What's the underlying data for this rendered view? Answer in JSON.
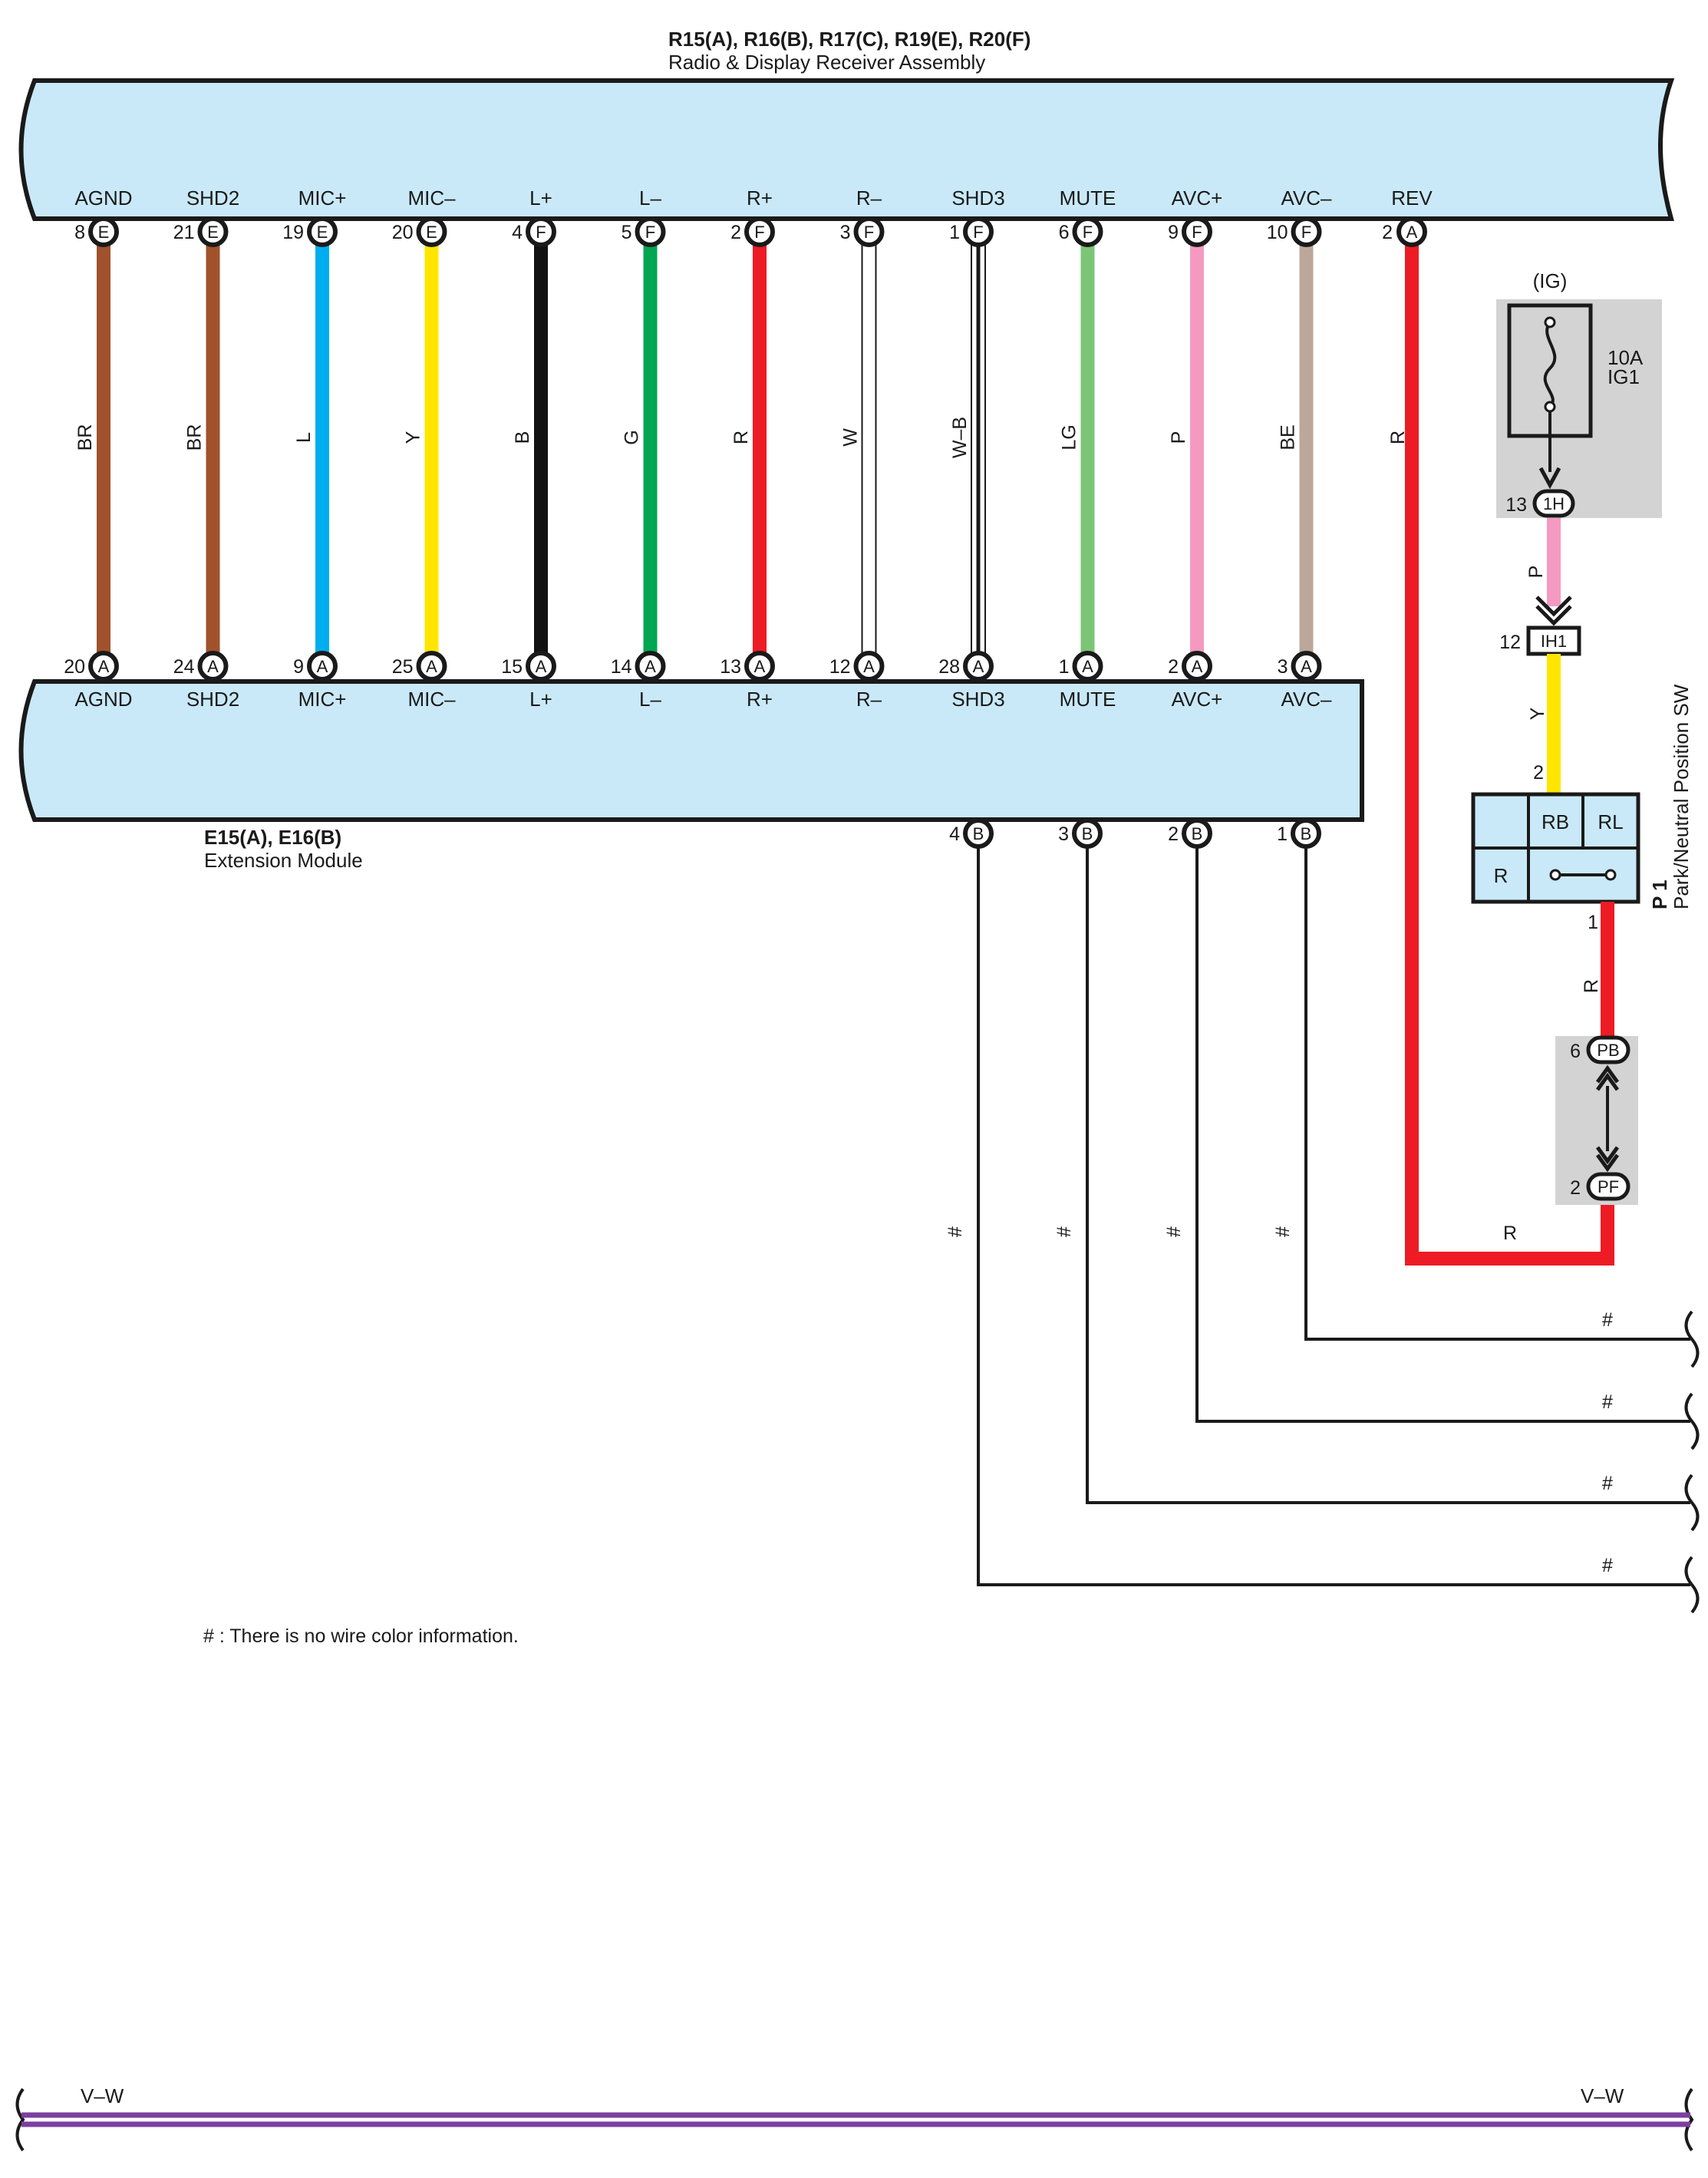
{
  "radio": {
    "codes": "R15(A), R16(B), R17(C), R19(E), R20(F)",
    "name": "Radio & Display Receiver Assembly"
  },
  "extension": {
    "codes": "E15(A), E16(B)",
    "name": "Extension Module"
  },
  "wires": [
    {
      "signal": "AGND",
      "top_pin": "8",
      "top_conn": "E",
      "color_code": "BR",
      "color": "#a0522d",
      "bottom_pin": "20",
      "bottom_conn": "A"
    },
    {
      "signal": "SHD2",
      "top_pin": "21",
      "top_conn": "E",
      "color_code": "BR",
      "color": "#a0522d",
      "bottom_pin": "24",
      "bottom_conn": "A"
    },
    {
      "signal": "MIC+",
      "top_pin": "19",
      "top_conn": "E",
      "color_code": "L",
      "color": "#00aeef",
      "bottom_pin": "9",
      "bottom_conn": "A"
    },
    {
      "signal": "MIC–",
      "top_pin": "20",
      "top_conn": "E",
      "color_code": "Y",
      "color": "#ffe600",
      "bottom_pin": "25",
      "bottom_conn": "A"
    },
    {
      "signal": "L+",
      "top_pin": "4",
      "top_conn": "F",
      "color_code": "B",
      "color": "#111111",
      "bottom_pin": "15",
      "bottom_conn": "A"
    },
    {
      "signal": "L–",
      "top_pin": "5",
      "top_conn": "F",
      "color_code": "G",
      "color": "#00a651",
      "bottom_pin": "14",
      "bottom_conn": "A"
    },
    {
      "signal": "R+",
      "top_pin": "2",
      "top_conn": "F",
      "color_code": "R",
      "color": "#ed1c24",
      "bottom_pin": "13",
      "bottom_conn": "A"
    },
    {
      "signal": "R–",
      "top_pin": "3",
      "top_conn": "F",
      "color_code": "W",
      "color": "#ffffff",
      "bottom_pin": "12",
      "bottom_conn": "A"
    },
    {
      "signal": "SHD3",
      "top_pin": "1",
      "top_conn": "F",
      "color_code": "W–B",
      "color": "#ffffff",
      "bottom_pin": "28",
      "bottom_conn": "A"
    },
    {
      "signal": "MUTE",
      "top_pin": "6",
      "top_conn": "F",
      "color_code": "LG",
      "color": "#7cc576",
      "bottom_pin": "1",
      "bottom_conn": "A"
    },
    {
      "signal": "AVC+",
      "top_pin": "9",
      "top_conn": "F",
      "color_code": "P",
      "color": "#f49ac1",
      "bottom_pin": "2",
      "bottom_conn": "A"
    },
    {
      "signal": "AVC–",
      "top_pin": "10",
      "top_conn": "F",
      "color_code": "BE",
      "color": "#bba89a",
      "bottom_pin": "3",
      "bottom_conn": "A"
    }
  ],
  "rev": {
    "signal": "REV",
    "pin": "2",
    "conn": "A",
    "color_code": "R",
    "color": "#ed1c24"
  },
  "fuse": {
    "source": "(IG)",
    "rating": "10A",
    "name": "IG1",
    "pin": "13",
    "conn": "1H"
  },
  "ih1": {
    "wire_code": "P",
    "wire_color": "#f49ac1",
    "pin": "12",
    "conn": "IH1"
  },
  "pn_switch": {
    "wire_code": "Y",
    "wire_color": "#ffe600",
    "in_pin": "2",
    "cell_rb": "RB",
    "cell_rl": "RL",
    "cell_r": "R",
    "out_pin": "1",
    "code": "P 1",
    "name": "Park/Neutral Position SW"
  },
  "pb_pf": {
    "wire_code": "R",
    "pb_pin": "6",
    "pb_conn": "PB",
    "pf_pin": "2",
    "pf_conn": "PF",
    "bottom_code": "R"
  },
  "ext_outputs": [
    {
      "pin": "4",
      "conn": "B",
      "mark": "#"
    },
    {
      "pin": "3",
      "conn": "B",
      "mark": "#"
    },
    {
      "pin": "2",
      "conn": "B",
      "mark": "#"
    },
    {
      "pin": "1",
      "conn": "B",
      "mark": "#"
    }
  ],
  "footnote": "# : There is no wire color information.",
  "ground_bus": {
    "left_label": "V–W",
    "right_label": "V–W",
    "color": "#7b3fa0"
  }
}
